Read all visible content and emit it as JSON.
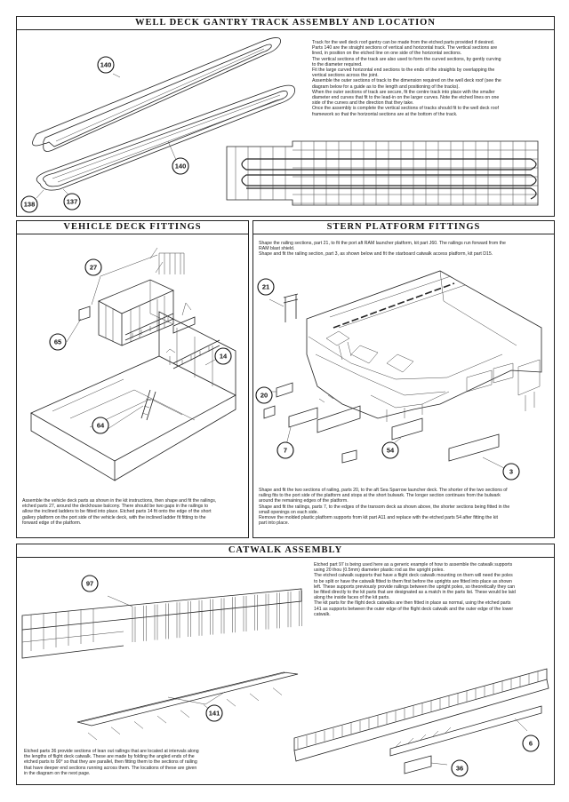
{
  "sections": {
    "well_deck": {
      "title": "WELL DECK GANTRY TRACK ASSEMBLY AND LOCATION",
      "text": [
        "Track for the well deck roof gantry can be made from the etched parts provided if desired.",
        "Parts 140 are the straight sections of vertical and horizontal track. The vertical sections are",
        "lined, in position on the etched line on one side of the horizontal sections.",
        "The vertical sections of the track are also used to form the curved sections, by gently curving",
        "to the diameter required.",
        "Fit the large curved horizontal end sections to the ends of the straights by overlapping the",
        "vertical sections across the joint.",
        "Assemble the outer sections of track to the dimension required on the well deck roof (see the",
        "diagram below for a guide as to the length and positioning of the tracks).",
        "When the outer sections of track are secure, fit the centre track into place with the smaller",
        "diameter end curves that fit to the lead-in on the larger curves. Note the etched lines on one",
        "side of the curves and the direction that they take.",
        "Once the assembly is complete the vertical sections of tracks should fit to the well deck roof",
        "framework so that the horizontal sections are at the bottom of the track."
      ],
      "callouts": [
        "140",
        "140",
        "138",
        "137"
      ]
    },
    "vehicle_deck": {
      "title": "VEHICLE DECK FITTINGS",
      "text": [
        "Assemble the vehicle deck parts as shown in the kit instructions, then shape and fit the railings,",
        "etched parts 27, around the deckhouse balcony. There should be two gaps in the railings to",
        "allow the inclined ladders to be fitted into place. Etched parts 14 fit onto the edge of the short",
        "gallery platform on the port side of the vehicle deck, with the inclined ladder fit fitting to the",
        "forward edge of the platform."
      ],
      "callouts": [
        "27",
        "65",
        "14",
        "64"
      ]
    },
    "stern": {
      "title": "STERN PLATFORM FITTINGS",
      "text_top": [
        "Shape the railing sections, part 21, to fit the port aft RAM launcher platform, kit part J60. The railings run forward from the",
        "RAM blast shield.",
        "Shape and fit the railing section, part 3, as shown below and fit the starboard catwalk access platform, kit part D15."
      ],
      "text_bottom": [
        "Shape and fit the two sections of railing, parts 20, to the aft Sea Sparrow launcher deck. The shorter of the two sections of",
        "railing fits to the port side of the platform and stops at the short bulwark. The longer section continues from the bulwark",
        "around the remaining edges of the platform.",
        "Shape and fit the railings, parts 7, to the edges of the transom deck as shown above, the shorter sections being fitted in the",
        "small openings on each side.",
        "Remove the molded plastic platform supports from kit part A11 and replace with the etched parts 54 after fitting the kit",
        "part into place."
      ],
      "callouts": [
        "21",
        "20",
        "7",
        "54",
        "3"
      ]
    },
    "catwalk": {
      "title": "CATWALK ASSEMBLY",
      "text_top": [
        "Etched part 97 is being used here as a generic example of how to assemble the catwalk supports",
        "using 20 thou (0.5mm) diameter plastic rod as the upright poles.",
        "The etched catwalk supports that have a flight deck catwalk mounting on them will need the poles",
        "to be split or have the catwalk fitted to them first before the uprights are fitted into place as shown",
        "left. These supports previously provide railings between the upright poles, so theoretically they can",
        "be fitted directly to the kit parts that are designated as a match in the parts list. These would be laid",
        "along the inside faces of the kit parts.",
        "The kit parts for the flight deck catwalks are then fitted in place as normal, using the etched parts",
        "141 as supports between the outer edge of the flight deck catwalk and the outer edge of the lower",
        "catwalk."
      ],
      "text_bottom": [
        "Etched parts 36 provide sections of lean out railings that are located at intervals along",
        "the lengths of flight deck catwalk. These are made by folding the angled ends of the",
        "etched parts to 90° so that they are parallel, then fitting them to the sections of railing",
        "that have deeper end sections running across them. The locations of these are given",
        "in the diagram on the next page."
      ],
      "callouts": [
        "97",
        "141",
        "6",
        "36"
      ]
    }
  }
}
